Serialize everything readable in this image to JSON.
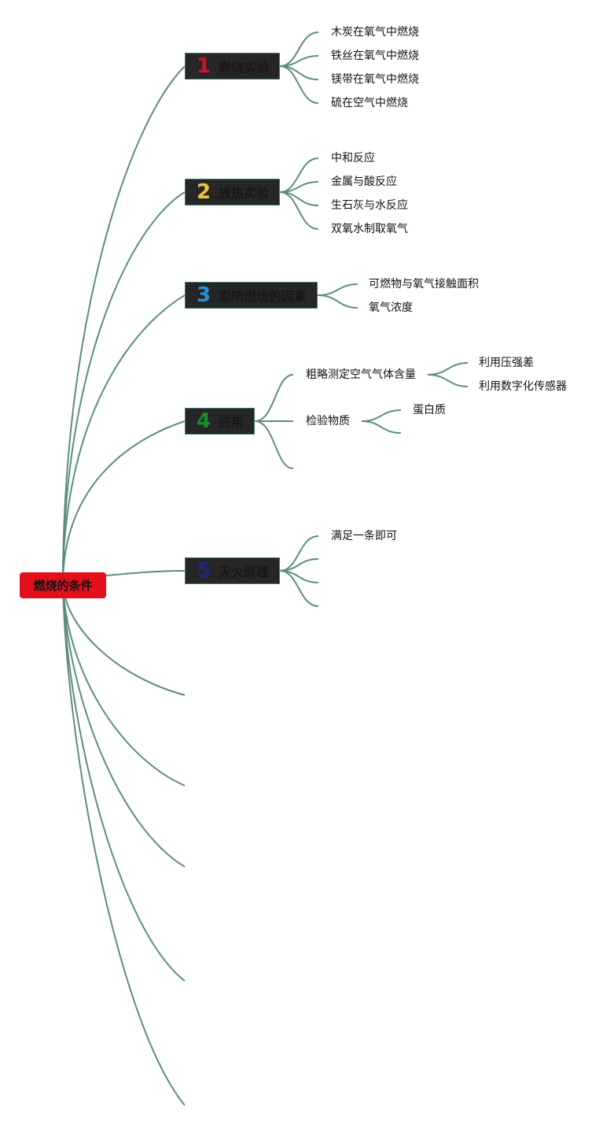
{
  "root": {
    "label": "燃烧的条件",
    "color": "#e30f1c"
  },
  "branches": [
    {
      "num": "1",
      "num_color": "#d01522",
      "label": "燃烧实验",
      "children": [
        "木炭在氧气中燃烧",
        "铁丝在氧气中燃烧",
        "镁带在氧气中燃烧",
        "硫在空气中燃烧"
      ]
    },
    {
      "num": "2",
      "num_color": "#f2c53d",
      "label": "放热实验",
      "children": [
        "中和反应",
        "金属与酸反应",
        "生石灰与水反应",
        "双氧水制取氧气"
      ]
    },
    {
      "num": "3",
      "num_color": "#2b8fd6",
      "label": "影响燃烧的因素",
      "children": [
        "可燃物与氧气接触面积",
        "氧气浓度"
      ]
    },
    {
      "num": "4",
      "num_color": "#1a8a2e",
      "label": "应用",
      "children": [
        {
          "label": "粗略测定空气气体含量",
          "children": [
            "利用压强差",
            "利用数字化传感器"
          ]
        },
        {
          "label": "检验物质",
          "children": [
            "蛋白质",
            ""
          ]
        },
        {
          "label": ""
        }
      ]
    },
    {
      "num": "5",
      "num_color": "#1c2a7a",
      "label": "灭火原理",
      "children": [
        "满足一条即可",
        "",
        "",
        ""
      ]
    }
  ],
  "colors": {
    "link": "#5b8f7c",
    "branch_fill": "#262626",
    "branch_border": "#3b7f6d"
  }
}
